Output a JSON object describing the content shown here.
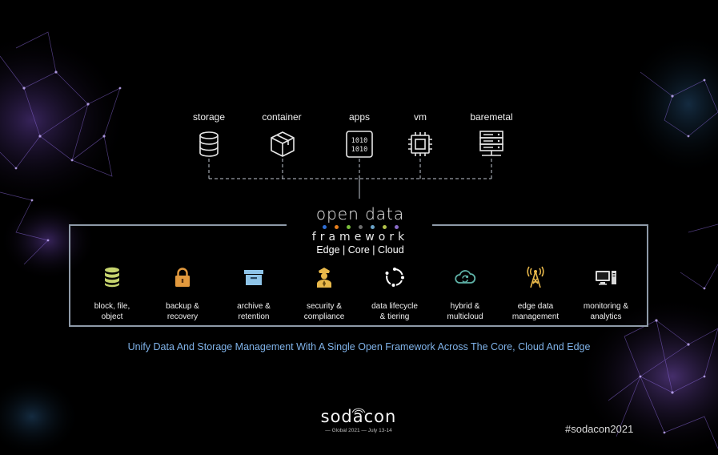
{
  "top_items": [
    {
      "label": "storage",
      "icon": "database-icon"
    },
    {
      "label": "container",
      "icon": "box-icon"
    },
    {
      "label": "apps",
      "icon": "binary-icon"
    },
    {
      "label": "vm",
      "icon": "chip-icon"
    },
    {
      "label": "baremetal",
      "icon": "server-icon"
    }
  ],
  "brand": {
    "line1": "open data",
    "line2": "framework",
    "tagline": "Edge | Core | Cloud",
    "dot_colors": [
      "#2f6fd6",
      "#e8801d",
      "#7bbf3c",
      "#6d6d6d",
      "#6aa3c9",
      "#b4c24a",
      "#8a6cc9"
    ]
  },
  "features": [
    {
      "label": "block, file,\nobject",
      "icon": "database-icon",
      "color": "#c6d46e"
    },
    {
      "label": "backup &\nrecovery",
      "icon": "lock-icon",
      "color": "#e39a3e"
    },
    {
      "label": "archive &\nretention",
      "icon": "archive-box-icon",
      "color": "#8ec4e8"
    },
    {
      "label": "security &\ncompliance",
      "icon": "officer-icon",
      "color": "#e8b84a"
    },
    {
      "label": "data lifecycle\n& tiering",
      "icon": "cycle-icon",
      "color": "#ffffff"
    },
    {
      "label": "hybrid &\nmulticloud",
      "icon": "cloud-sync-icon",
      "color": "#5fb3a8"
    },
    {
      "label": "edge data\nmanagement",
      "icon": "tower-icon",
      "color": "#e8b84a"
    },
    {
      "label": "monitoring &\nanalytics",
      "icon": "computer-icon",
      "color": "#d8d8d8"
    }
  ],
  "headline": "Unify Data And Storage Management With A Single Open Framework Across The Core, Cloud And Edge",
  "footer": {
    "event_name": "sodacon",
    "event_sub": "— Global 2021 —  July 13-14",
    "hashtag": "#sodacon2021"
  },
  "colors": {
    "frame": "#8e9aa8",
    "headline": "#7fb2e8",
    "nebula": "#8a5cd6"
  }
}
